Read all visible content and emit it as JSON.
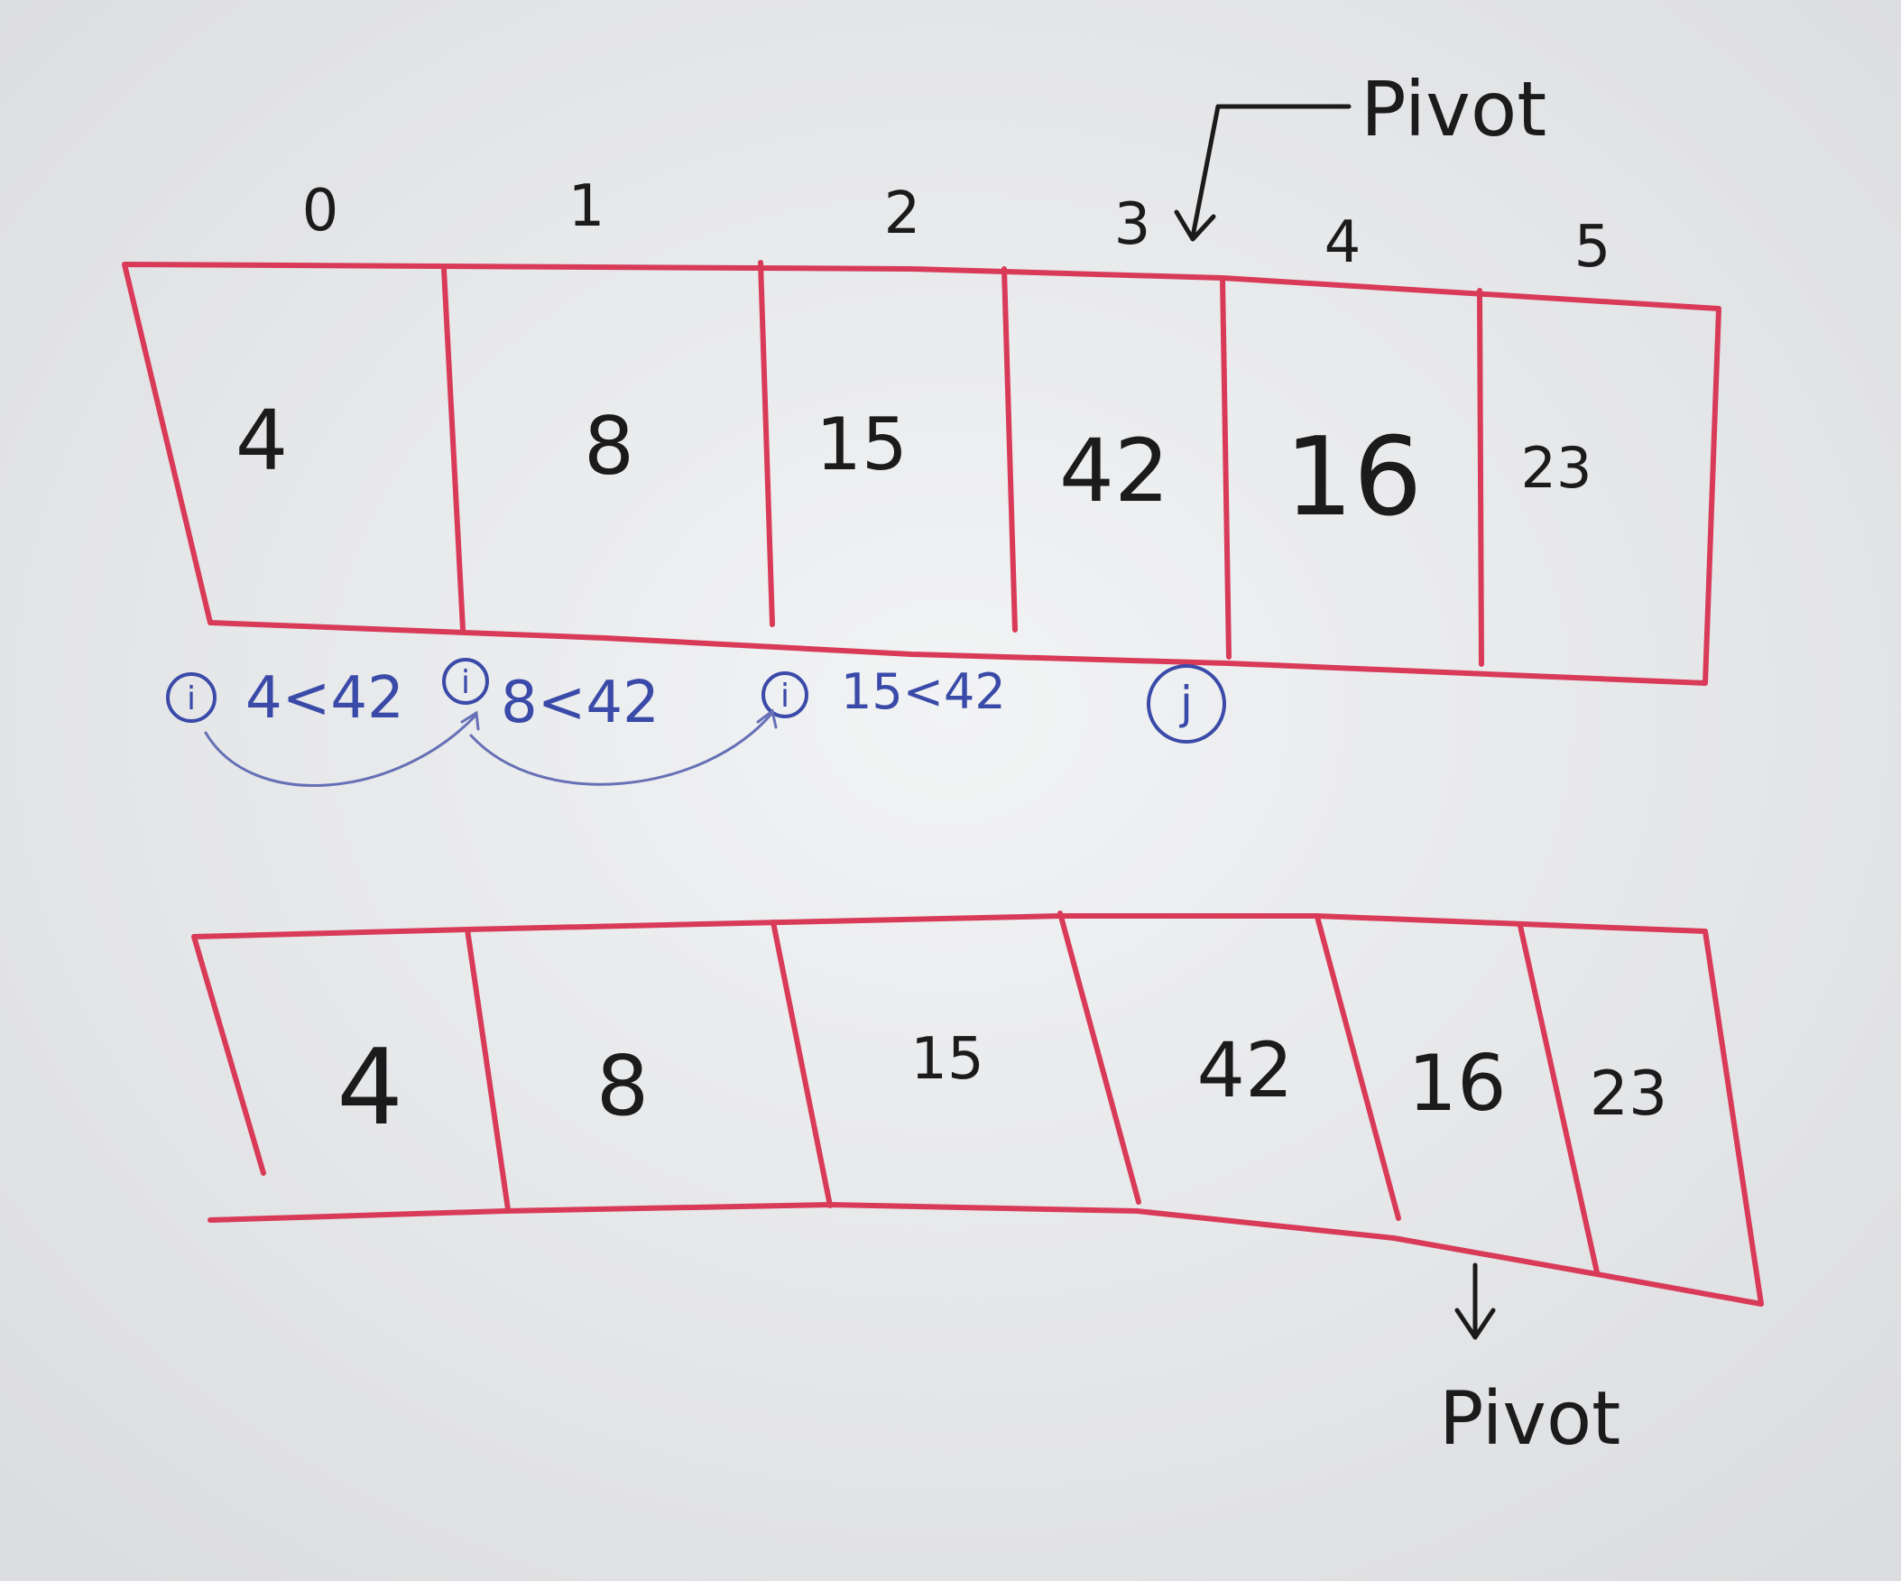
{
  "colors": {
    "board": "#e9eaec",
    "marker_red": "#d83a57",
    "marker_black": "#1b1b1b",
    "marker_blue": "#3a4aa8"
  },
  "top_array": {
    "indices": [
      "0",
      "1",
      "2",
      "3",
      "4",
      "5"
    ],
    "values": [
      "4",
      "8",
      "15",
      "42",
      "16",
      "23"
    ],
    "pivot_label": "Pivot"
  },
  "comparisons": {
    "pointer_i": "i",
    "pointer_j": "j",
    "items": [
      "4<42",
      "8<42",
      "15<42"
    ]
  },
  "bottom_array": {
    "values": [
      "4",
      "8",
      "15",
      "42",
      "16",
      "23"
    ],
    "pivot_label": "Pivot"
  }
}
